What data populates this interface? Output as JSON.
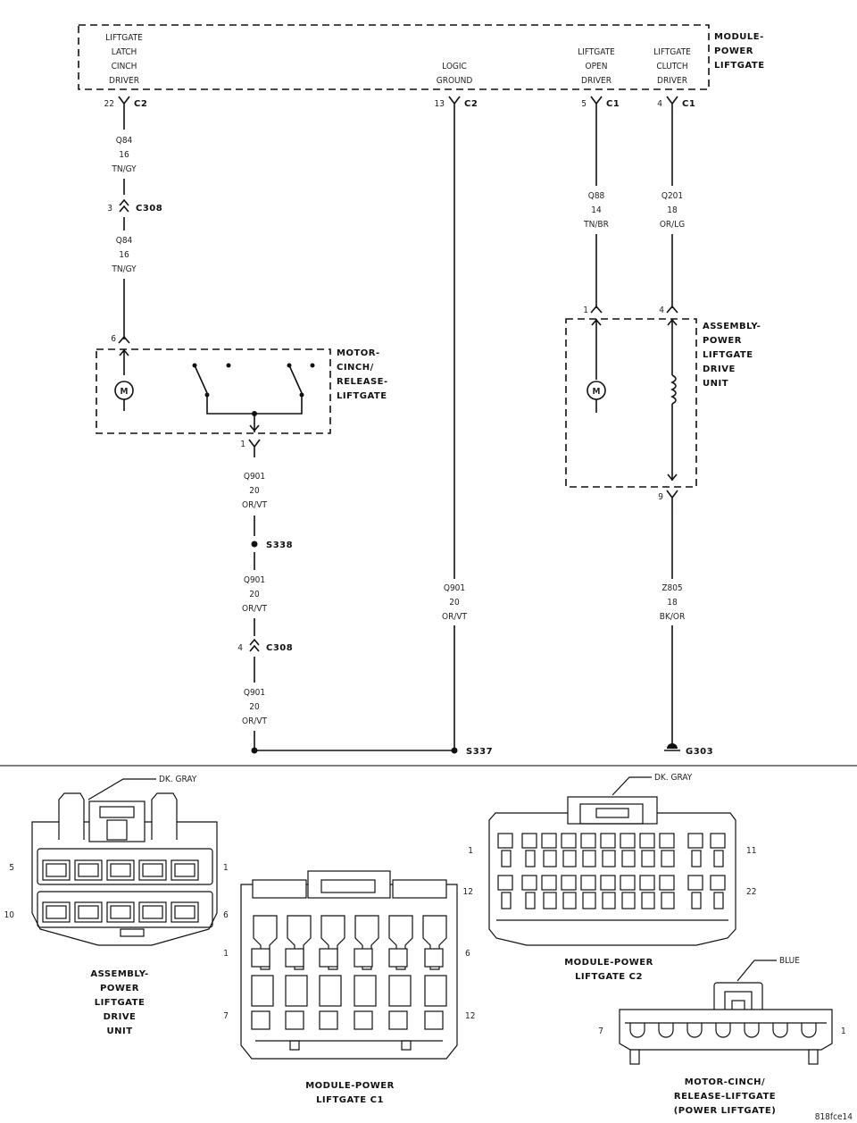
{
  "module": {
    "name_lines": [
      "MODULE-",
      "POWER",
      "LIFTGATE"
    ],
    "pin_latch": [
      "LIFTGATE",
      "LATCH",
      "CINCH",
      "DRIVER"
    ],
    "pin_ground": [
      "LOGIC",
      "GROUND"
    ],
    "pin_open": [
      "LIFTGATE",
      "OPEN",
      "DRIVER"
    ],
    "pin_clutch": [
      "LIFTGATE",
      "CLUTCH",
      "DRIVER"
    ]
  },
  "connectors": {
    "latch_pin": "22",
    "latch_conn": "C2",
    "ground_pin": "13",
    "ground_conn": "C2",
    "open_pin": "5",
    "open_conn": "C1",
    "clutch_pin": "4",
    "clutch_conn": "C1",
    "c308_pin_a": "3",
    "c308_a": "C308",
    "c308_pin_b": "4",
    "c308_b": "C308",
    "motor_cinch_top_pin": "6",
    "motor_cinch_bottom_pin": "1",
    "drive_pin_1": "1",
    "drive_pin_4": "4",
    "drive_pin_9": "9"
  },
  "wires": {
    "q84_a": [
      "Q84",
      "16",
      "TN/GY"
    ],
    "q84_b": [
      "Q84",
      "16",
      "TN/GY"
    ],
    "q901_a": [
      "Q901",
      "20",
      "OR/VT"
    ],
    "q901_b": [
      "Q901",
      "20",
      "OR/VT"
    ],
    "q901_c": [
      "Q901",
      "20",
      "OR/VT"
    ],
    "q901_ground": [
      "Q901",
      "20",
      "OR/VT"
    ],
    "q88": [
      "Q88",
      "14",
      "TN/BR"
    ],
    "q201": [
      "Q201",
      "18",
      "OR/LG"
    ],
    "z805": [
      "Z805",
      "18",
      "BK/OR"
    ]
  },
  "splices": {
    "s338": "S338",
    "s337": "S337",
    "g303": "G303"
  },
  "components": {
    "motor_cinch": [
      "MOTOR-",
      "CINCH/",
      "RELEASE-",
      "LIFTGATE"
    ],
    "drive_unit": [
      "ASSEMBLY-",
      "POWER",
      "LIFTGATE",
      "DRIVE",
      "UNIT"
    ],
    "motor_symbol": "M"
  },
  "views": {
    "drive": {
      "color": "DK. GRAY",
      "pin_tl": "5",
      "pin_tr": "1",
      "pin_bl": "10",
      "pin_br": "6",
      "caption": [
        "ASSEMBLY-",
        "POWER",
        "LIFTGATE",
        "DRIVE",
        "UNIT"
      ]
    },
    "c1": {
      "pin_tl": "1",
      "pin_tr": "6",
      "pin_bl": "7",
      "pin_br": "12",
      "caption": [
        "MODULE-POWER",
        "LIFTGATE C1"
      ]
    },
    "c2": {
      "color": "DK. GRAY",
      "pin_tl": "1",
      "pin_tr": "11",
      "pin_bl": "12",
      "pin_br": "22",
      "caption": [
        "MODULE-POWER",
        "LIFTGATE C2"
      ]
    },
    "cinch": {
      "color": "BLUE",
      "pin_left": "7",
      "pin_right": "1",
      "caption": [
        "MOTOR-CINCH/",
        "RELEASE-LIFTGATE",
        "(POWER LIFTGATE)"
      ]
    }
  },
  "figure_id": "818fce14"
}
